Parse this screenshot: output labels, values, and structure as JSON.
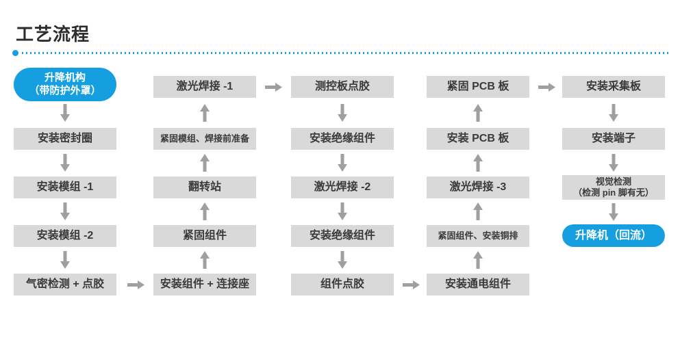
{
  "title": "工艺流程",
  "colors": {
    "accent_blue": "#169fe0",
    "box_gray": "#d9d9d9",
    "arrow_gray": "#9f9f9f",
    "text_dark": "#3a3a3a",
    "title_dark": "#2c2c2c"
  },
  "flow": {
    "columns": [
      {
        "direction": "down",
        "steps": [
          {
            "label": "升降机构\n（带防护外罩）"
          },
          {
            "label": "安装密封圈"
          },
          {
            "label": "安装模组 -1"
          },
          {
            "label": "安装模组 -2"
          },
          {
            "label": "气密检测 + 点胶"
          }
        ]
      },
      {
        "direction": "up",
        "steps": [
          {
            "label": "激光焊接 -1"
          },
          {
            "label": "紧固模组、焊接前准备"
          },
          {
            "label": "翻转站"
          },
          {
            "label": "紧固组件"
          },
          {
            "label": "安装组件 + 连接座"
          }
        ]
      },
      {
        "direction": "down",
        "steps": [
          {
            "label": "测控板点胶"
          },
          {
            "label": "安装绝缘组件"
          },
          {
            "label": "激光焊接 -2"
          },
          {
            "label": "安装绝缘组件"
          },
          {
            "label": "组件点胶"
          }
        ]
      },
      {
        "direction": "up",
        "steps": [
          {
            "label": "紧固 PCB 板"
          },
          {
            "label": "安装 PCB 板"
          },
          {
            "label": "激光焊接 -3"
          },
          {
            "label": "紧固组件、安装铜排"
          },
          {
            "label": "安装通电组件"
          }
        ]
      },
      {
        "direction": "down",
        "steps": [
          {
            "label": "安装采集板"
          },
          {
            "label": "安装端子"
          },
          {
            "label": "视觉检测\n（检测 pin 脚有无）"
          },
          {
            "label": "升降机（回流）"
          }
        ]
      }
    ]
  }
}
